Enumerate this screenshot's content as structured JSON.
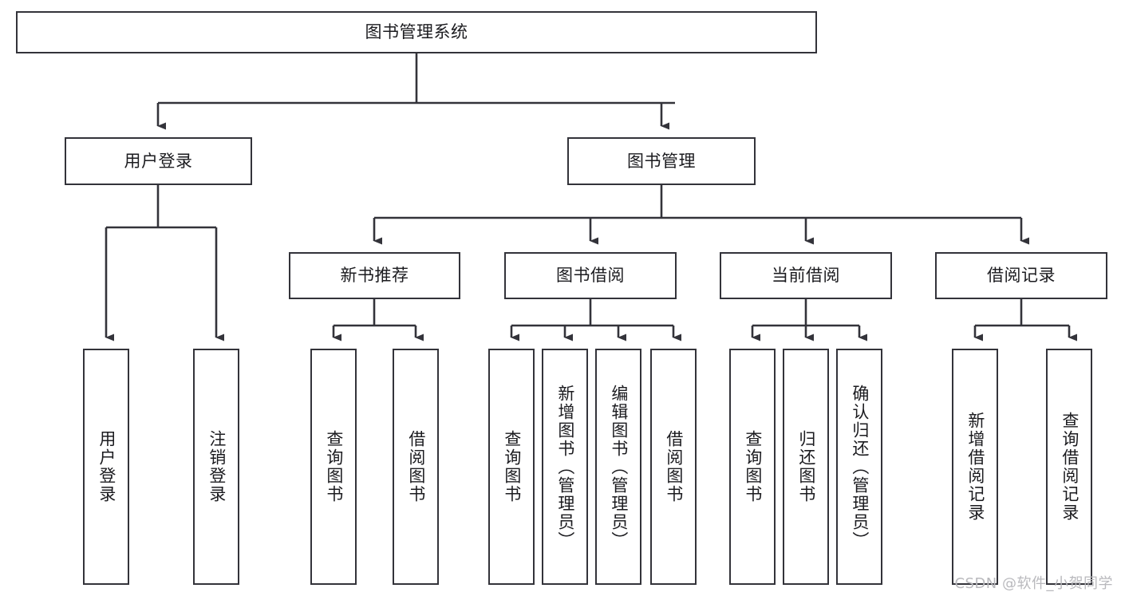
{
  "diagram": {
    "title": "图书管理系统",
    "type": "tree-hierarchy-chart",
    "colors": {
      "box_border": "#33333a",
      "box_fill": "#ffffff",
      "connector": "#33333a",
      "text": "#1b1b1f",
      "watermark": "#b9b9bd",
      "background": "#ffffff"
    },
    "root": {
      "label": "图书管理系统"
    },
    "level2": [
      {
        "label": "用户登录"
      },
      {
        "label": "图书管理"
      }
    ],
    "level3": [
      {
        "label": "新书推荐"
      },
      {
        "label": "图书借阅"
      },
      {
        "label": "当前借阅"
      },
      {
        "label": "借阅记录"
      }
    ],
    "leaves": {
      "user_login": [
        {
          "label": "用户登录"
        },
        {
          "label": "注销登录"
        }
      ],
      "new_book_recommend": [
        {
          "label": "查询图书"
        },
        {
          "label": "借阅图书"
        }
      ],
      "book_borrow": [
        {
          "label": "查询图书"
        },
        {
          "label": "新增图书（管理员）"
        },
        {
          "label": "编辑图书（管理员）"
        },
        {
          "label": "借阅图书"
        }
      ],
      "current_borrow": [
        {
          "label": "查询图书"
        },
        {
          "label": "归还图书"
        },
        {
          "label": "确认归还（管理员）"
        }
      ],
      "borrow_record": [
        {
          "label": "新增借阅记录"
        },
        {
          "label": "查询借阅记录"
        }
      ]
    }
  },
  "watermark": {
    "text": "CSDN @软件_小贺同学"
  }
}
